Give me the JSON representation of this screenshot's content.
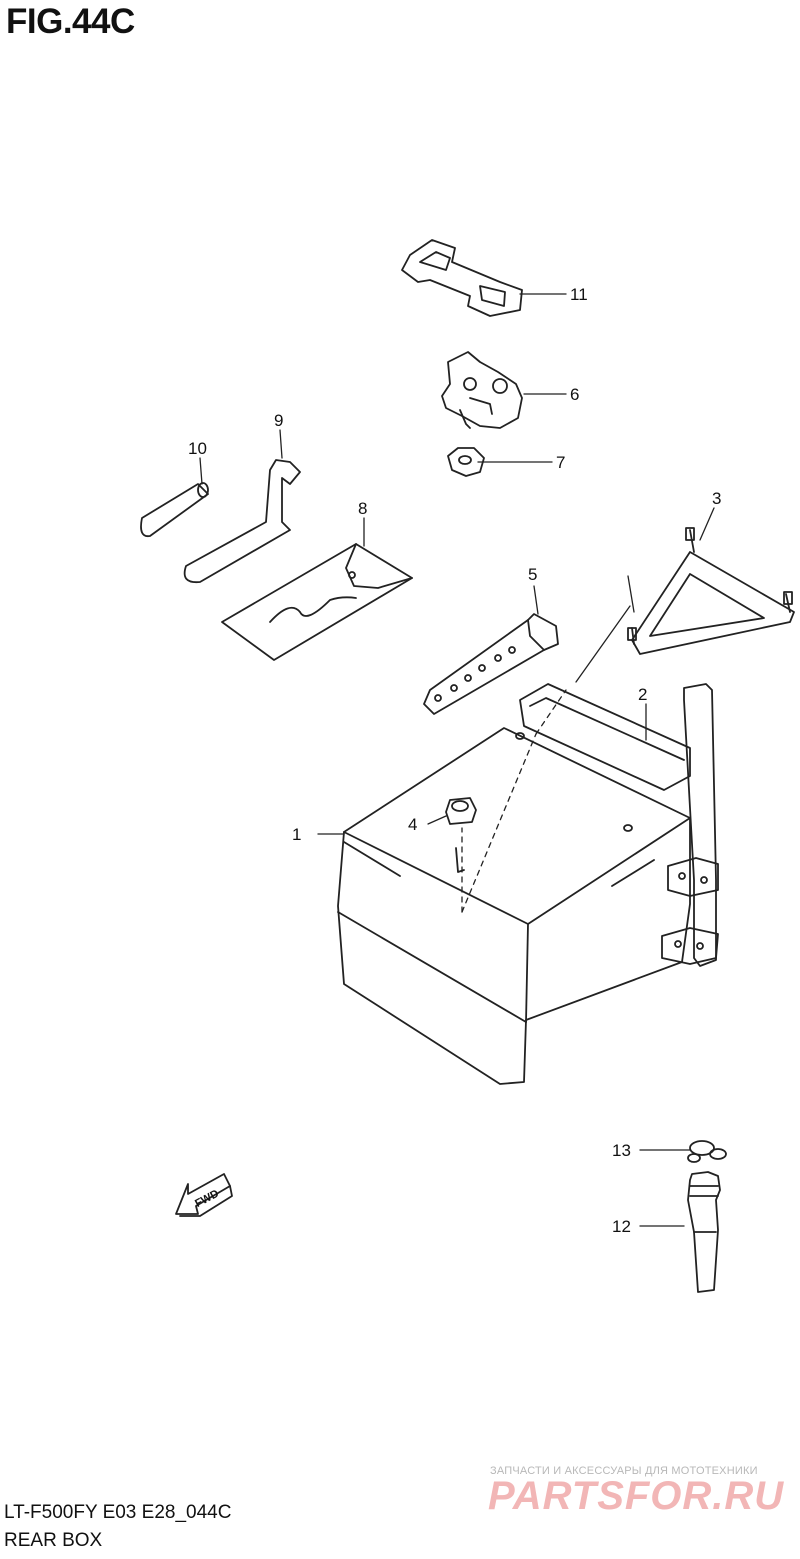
{
  "figure": {
    "title": "FIG.44C",
    "model": "LT-F500FY E03 E28_044C",
    "section": "REAR BOX"
  },
  "callouts": [
    "1",
    "2",
    "3",
    "4",
    "5",
    "6",
    "7",
    "8",
    "9",
    "10",
    "11",
    "12",
    "13"
  ],
  "fwd_label": "FWD",
  "watermark": {
    "tagline": "ЗАПЧАСТИ И АКСЕССУАРЫ ДЛЯ МОТОТЕХНИКИ",
    "logo": "PARTSFOR.RU"
  }
}
